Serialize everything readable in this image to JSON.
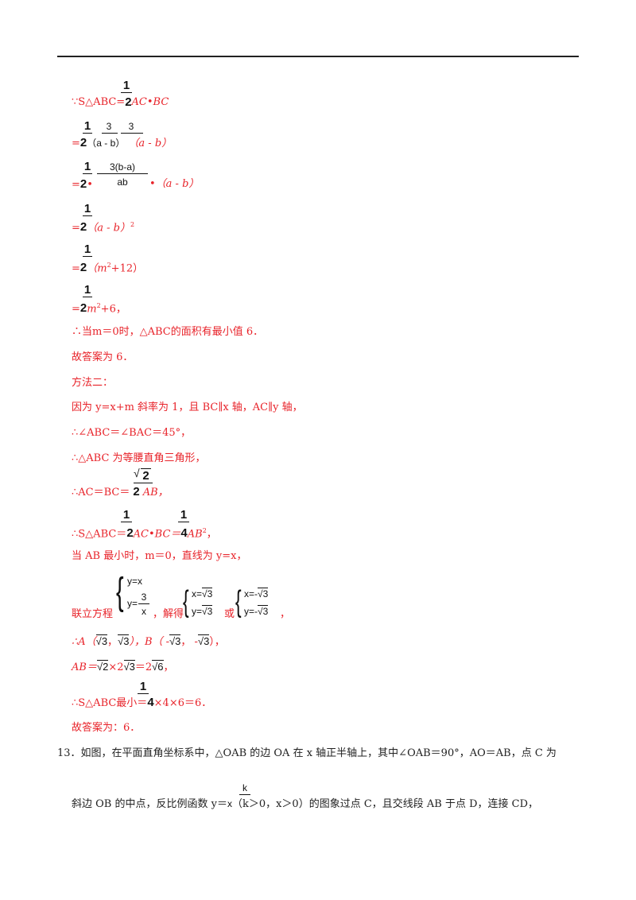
{
  "lines": {
    "l1": "∵S△ABC=",
    "l1b": "AC•BC",
    "l2a": "=",
    "l2b": "（a - b）",
    "l2c": "（a - b）",
    "l3a": "=",
    "l3b": "•",
    "l3c": "•（a - b）",
    "l4a": "=",
    "l4b": "（a - b）",
    "l4sup": "2",
    "l5a": "=",
    "l5b": "（m",
    "l5sup": "2",
    "l5c": "+12）",
    "l6a": "=",
    "l6b": "m",
    "l6sup": "2",
    "l6c": "+6，",
    "l7": "∴当m＝0时，△ABC的面积有最小值 6．",
    "l8": "故答案为 6．",
    "l9": "方法二：",
    "l10": "因为 y=x+m 斜率为 1，且 BC∥x 轴，AC∥y 轴，",
    "l11": "∴∠ABC＝∠BAC＝45°，",
    "l12": "∴△ABC 为等腰直角三角形，",
    "l13a": "∴AC＝BC＝",
    "l13b": "AB，",
    "l14a": "∴S△ABC＝",
    "l14b": "AC•BC＝",
    "l14c": "AB",
    "l14sup": "2",
    "l14d": "，",
    "l15": "当 AB 最小时，m＝0，直线为 y=x，",
    "l16a": "联立方程",
    "l16b": "，解得",
    "l16c": "或",
    "l16d": "，",
    "l17a": "∴A（",
    "l17b": "，",
    "l17c": "），B（ -",
    "l17d": "， -",
    "l17e": "），",
    "l18a": "AB＝",
    "l18b": "×2",
    "l18c": "＝2",
    "l18d": "，",
    "l19a": "∴S△ABC最小＝",
    "l19b": "×4×6＝6．",
    "l20": "故答案为：6．"
  },
  "math": {
    "one": "1",
    "two": "2",
    "three": "3",
    "four": "4",
    "a_minus_b": "a - b",
    "three_b_minus_a": "3(b-a)",
    "ab": "ab",
    "sqrt2": "2",
    "sqrt3": "3",
    "sqrt6": "6",
    "sys1_eq1": "y=x",
    "sys1_eq2_left": "y=",
    "sys1_num": "3",
    "sys1_den": "x",
    "sol1_x": "x=",
    "sol1_y": "y=",
    "sol2_x": "x=-",
    "sol2_y": "y=-",
    "k": "k",
    "x": "x"
  },
  "question": {
    "q13_line1": "13．如图，在平面直角坐标系中，△OAB 的边 OA 在 x 轴正半轴上，其中∠OAB＝90°，AO＝AB，点 C 为",
    "q13_line2a": "斜边 OB 的中点，反比例函数 y＝",
    "q13_line2b": "（k＞0，x＞0）的图象过点 C，且交线段 AB 于点 D，连接 CD，"
  }
}
